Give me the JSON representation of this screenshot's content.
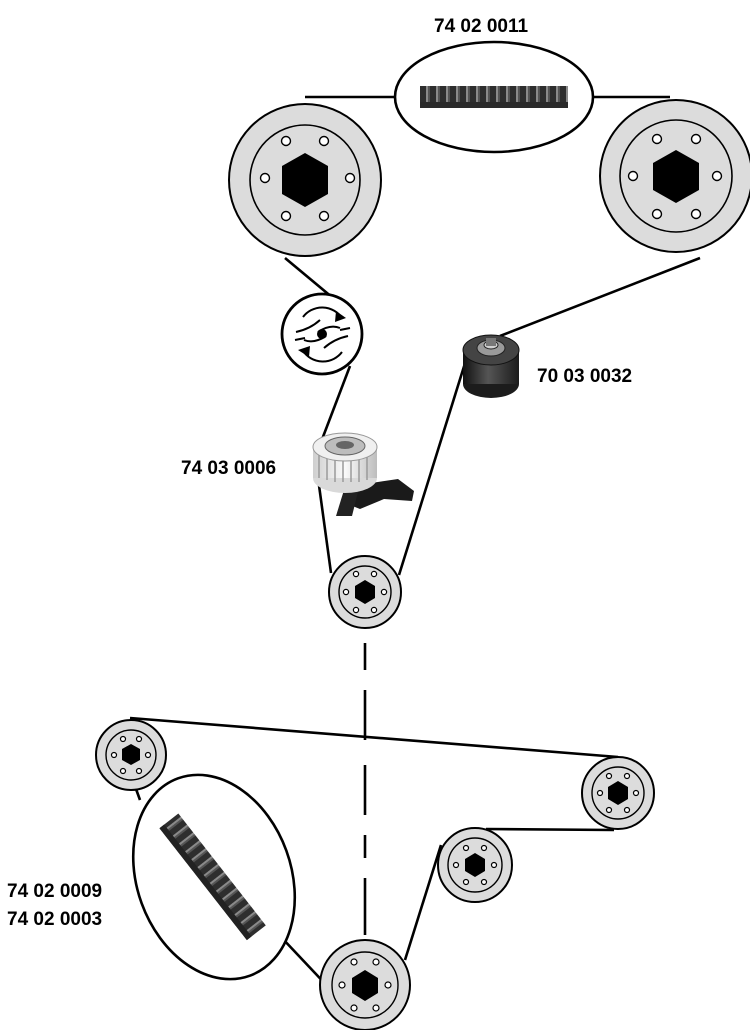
{
  "labels": {
    "upper_belt": "74 02 0011",
    "idler": "70 03 0032",
    "tensioner": "74 03 0006",
    "lower_belt_line1": "74 02 0009",
    "lower_belt_line2": "74 02 0003"
  },
  "colors": {
    "pulley_fill": "#d9d9d9",
    "line": "#000000",
    "hub": "#000000",
    "belt_teeth": "#3a3a3a",
    "roller_dark": "#2a2a2a",
    "roller_light": "#e8e8e8"
  },
  "icons": [
    "camshaft-pulley-icon",
    "water-pump-icon",
    "idler-roller-icon",
    "tensioner-roller-icon",
    "crankshaft-pulley-icon",
    "belt-teeth-icon"
  ]
}
